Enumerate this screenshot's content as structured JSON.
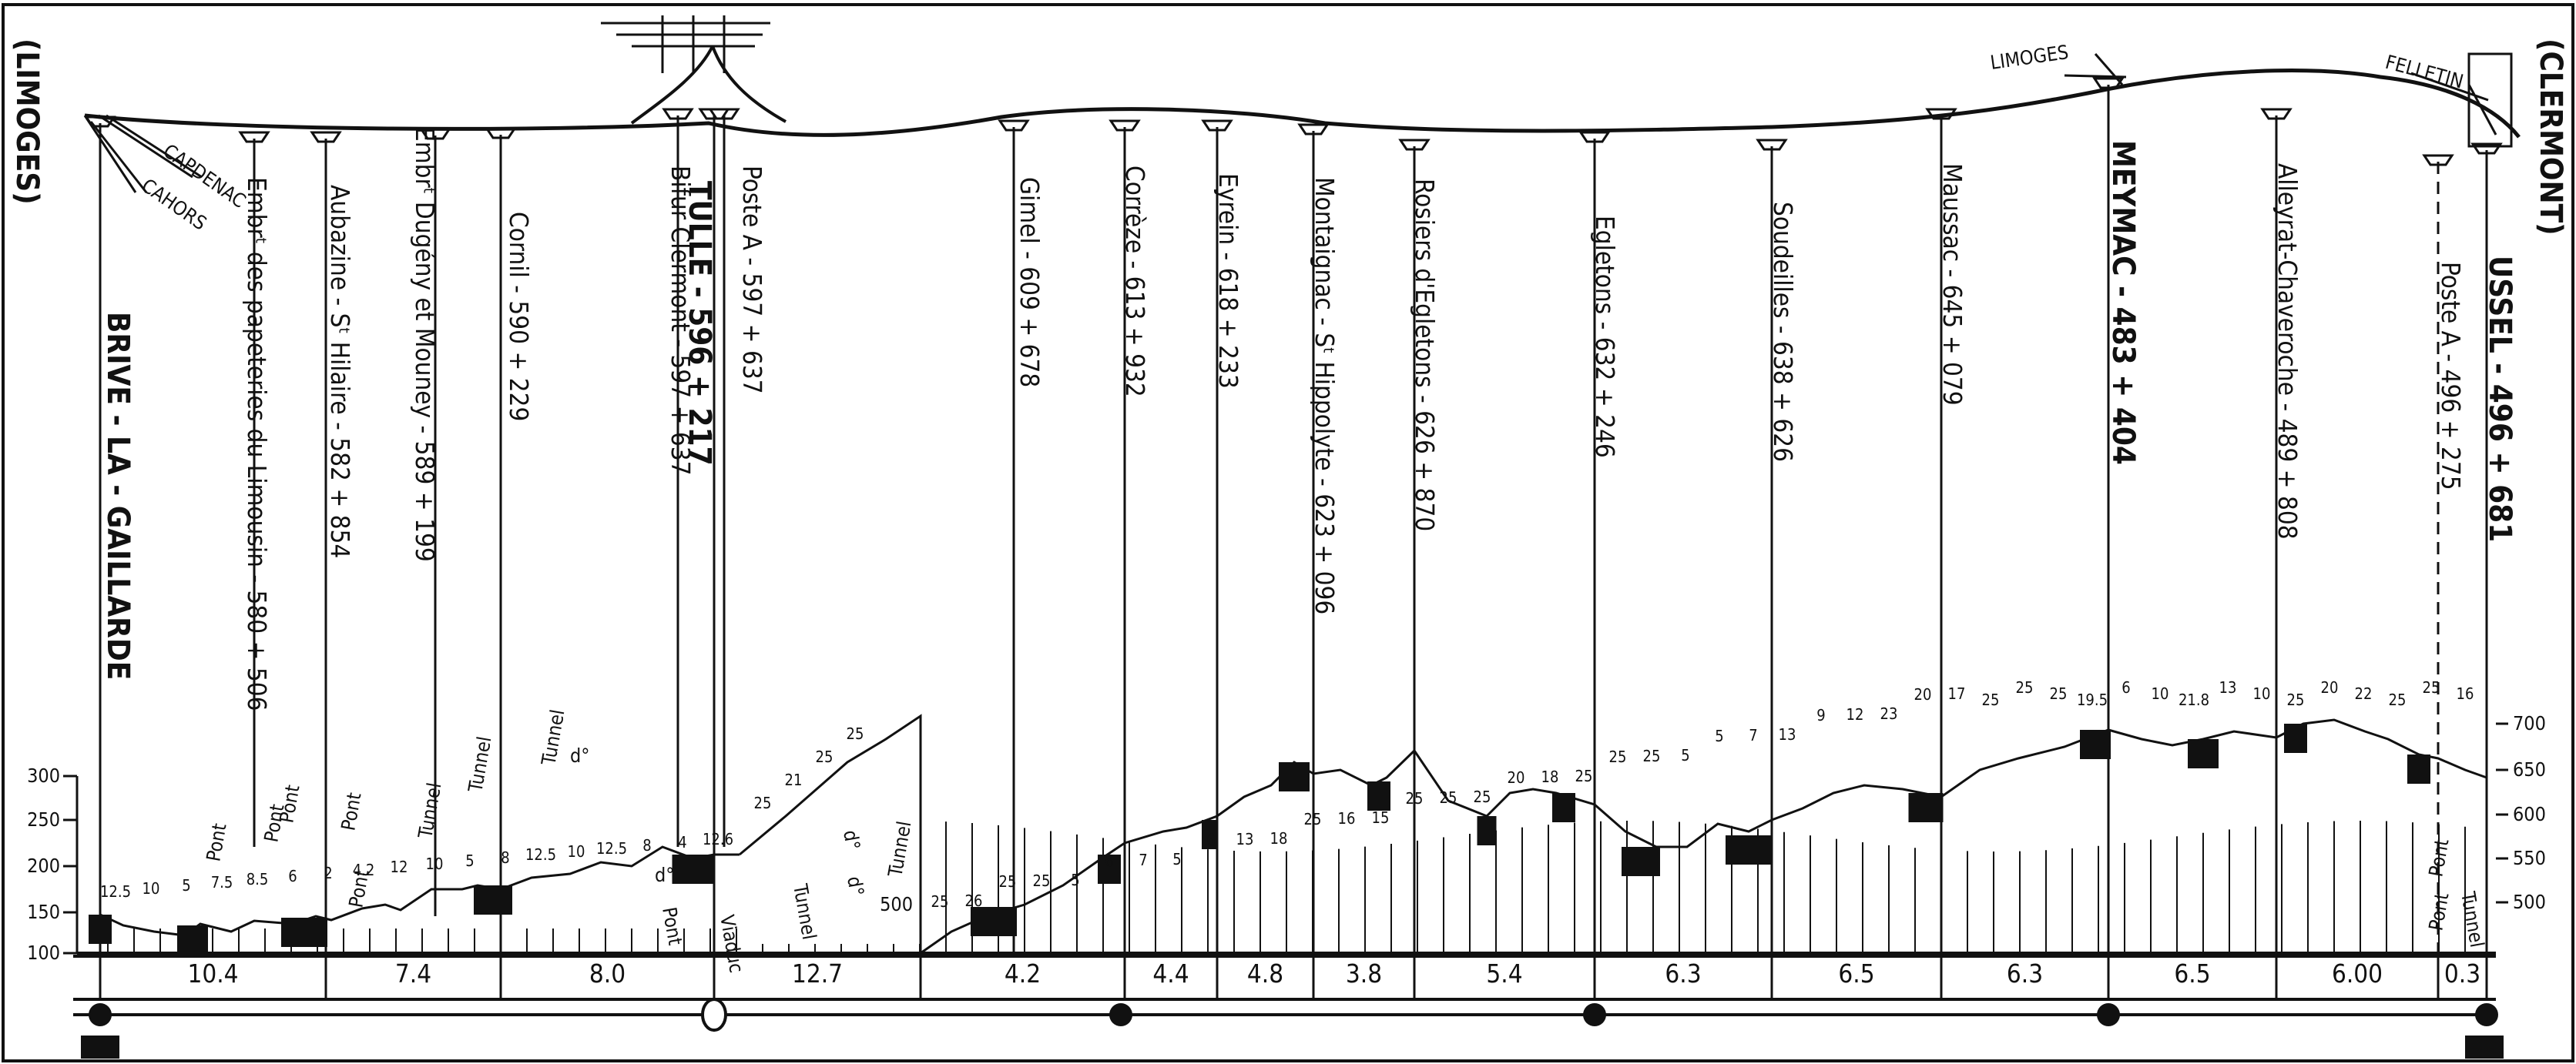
{
  "ends": {
    "left": "(LIMOGES)",
    "right": "(CLERMONT)"
  },
  "branches": {
    "cahors": "CAHORS",
    "capdenac": "CAPDENAC",
    "limoges": "LIMOGES",
    "felletin": "FELLETIN"
  },
  "stations": [
    {
      "name": "BRIVE - LA - GAILLARDE",
      "km": ""
    },
    {
      "name": "Embrᵗ des papeteries du Limousin -",
      "km": "580 + 506"
    },
    {
      "name": "Aubazine - Sᵗ Hilaire -",
      "km": "582 + 854"
    },
    {
      "name": "Embrᵗ Dugény et Mouney -",
      "km": "589 + 199"
    },
    {
      "name": "Cornil -",
      "km": "590 + 229"
    },
    {
      "name": "TULLE -",
      "km": "596 + 217"
    },
    {
      "name": "Poste A -",
      "km": "597 + 637"
    },
    {
      "name": "Bifur Clermont -",
      "km": "597 + 637"
    },
    {
      "name": "Gimel -",
      "km": "609 + 678"
    },
    {
      "name": "Corrèze -",
      "km": "613 + 932"
    },
    {
      "name": "Eyrein -",
      "km": "618 + 233"
    },
    {
      "name": "Montaignac - Sᵗ Hippolyte -",
      "km": "623 + 096"
    },
    {
      "name": "Rosiers d'Egletons -",
      "km": "626 + 870"
    },
    {
      "name": "Egletons -",
      "km": "632 + 246"
    },
    {
      "name": "Soudeilles -",
      "km": "638 + 626"
    },
    {
      "name": "Maussac -",
      "km": "645 + 079"
    },
    {
      "name": "MEYMAC -",
      "km": "483 + 404"
    },
    {
      "name": "Alleyrat-Chaveroche -",
      "km": "489 + 808"
    },
    {
      "name": "Poste A -",
      "km": "496 + 275"
    },
    {
      "name": "USSEL -",
      "km": "496 + 681"
    }
  ],
  "distances": [
    "10.4",
    "7.4",
    "8.0",
    "12.7",
    "4.2",
    "4.4",
    "4.8",
    "3.8",
    "5.4",
    "6.3",
    "6.5",
    "6.3",
    "6.5",
    "6.00",
    "0.3"
  ],
  "left_scale": [
    "100",
    "150",
    "200",
    "250",
    "300"
  ],
  "right_scale": [
    "500",
    "550",
    "600",
    "650",
    "700"
  ],
  "inner_scale": "500",
  "structures": [
    "Pont",
    "Pont",
    "Pont",
    "Pont",
    "Pont",
    "Tunnel",
    "Tunnel",
    "Tunnel",
    "d°",
    "Pont",
    "d°",
    "Viaduc",
    "Tunnel",
    "Tunnel",
    "d°",
    "d°",
    "Pont",
    "Tunnel",
    "Pont"
  ],
  "gradients": [
    "12.5",
    "10",
    "5",
    "7.5",
    "8.5",
    "6",
    "2",
    "4.2",
    "12",
    "10",
    "5",
    "8",
    "12.5",
    "10",
    "12.5",
    "8",
    "4",
    "12.6",
    "25",
    "21",
    "25",
    "25",
    "25",
    "26",
    "25",
    "25",
    "5",
    "6",
    "7",
    "5",
    "6",
    "13",
    "18",
    "25",
    "16",
    "15",
    "25",
    "25",
    "25",
    "20",
    "18",
    "25",
    "25",
    "25",
    "5",
    "5",
    "7",
    "13",
    "9",
    "12",
    "23",
    "20",
    "17",
    "25",
    "25",
    "25",
    "19.5",
    "6",
    "10",
    "21.8",
    "13",
    "10",
    "25",
    "20",
    "22",
    "25",
    "25",
    "16"
  ]
}
